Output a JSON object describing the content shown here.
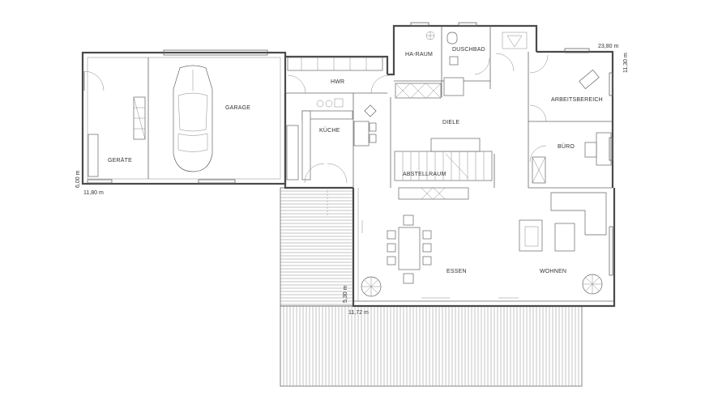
{
  "rooms": {
    "geraete": "GERÄTE",
    "garage": "GARAGE",
    "hwr": "HWR",
    "kueche": "KÜCHE",
    "ha_raum": "HA-RAUM",
    "duschbad": "DUSCHBAD",
    "diele": "DIELE",
    "abstellraum": "ABSTELLRAUM",
    "arbeitsbereich": "ARBEITSBEREICH",
    "buero": "BÜRO",
    "essen": "ESSEN",
    "wohnen": "WOHNEN"
  },
  "dimensions": {
    "main_width": "23,80 m",
    "main_depth": "11,30 m",
    "garage_depth": "6,00 m",
    "garage_width": "11,80 m",
    "terrace_depth": "5,30 m",
    "terrace_width": "11,72 m"
  },
  "colors": {
    "wall": "#4a4a4a",
    "line": "#666666"
  },
  "icons": [
    "car-icon",
    "plant-icon",
    "door-swing-icon",
    "stair-icon"
  ]
}
